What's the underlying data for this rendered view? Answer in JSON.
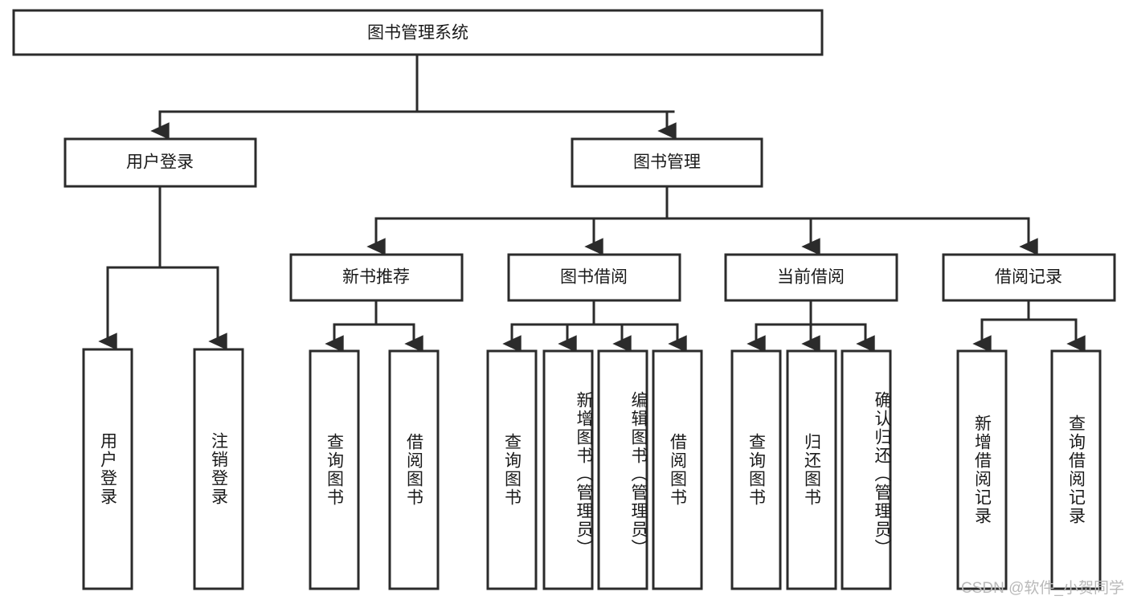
{
  "diagram": {
    "title": "图书管理系统",
    "watermark": "CSDN @软件_小贺同学",
    "colors": {
      "stroke": "#2b2b2b",
      "fill": "#ffffff",
      "text": "#1a1a1a",
      "watermark": "#b9b9b9"
    },
    "root": {
      "label": "图书管理系统"
    },
    "level2": [
      {
        "label": "用户登录"
      },
      {
        "label": "图书管理"
      }
    ],
    "level3": [
      {
        "label": "新书推荐"
      },
      {
        "label": "图书借阅"
      },
      {
        "label": "当前借阅"
      },
      {
        "label": "借阅记录"
      }
    ],
    "leaves": {
      "user_login": [
        {
          "label": "用户登录"
        },
        {
          "label": "注销登录"
        }
      ],
      "new_book_recommend": [
        {
          "label": "查询图书"
        },
        {
          "label": "借阅图书"
        }
      ],
      "book_borrow": [
        {
          "label": "查询图书"
        },
        {
          "label": "新增图书（管理员）"
        },
        {
          "label": "编辑图书（管理员）"
        },
        {
          "label": "借阅图书"
        }
      ],
      "current_borrow": [
        {
          "label": "查询图书"
        },
        {
          "label": "归还图书"
        },
        {
          "label": "确认归还（管理员）"
        }
      ],
      "borrow_record": [
        {
          "label": "新增借阅记录"
        },
        {
          "label": "查询借阅记录"
        }
      ]
    }
  },
  "chart_data": {
    "type": "table",
    "title": "图书管理系统 功能结构图",
    "hierarchy": [
      {
        "level": 1,
        "label": "图书管理系统",
        "children": [
          {
            "level": 2,
            "label": "用户登录",
            "children": [
              {
                "level": 3,
                "label": "用户登录"
              },
              {
                "level": 3,
                "label": "注销登录"
              }
            ]
          },
          {
            "level": 2,
            "label": "图书管理",
            "children": [
              {
                "level": 3,
                "label": "新书推荐",
                "children": [
                  {
                    "level": 4,
                    "label": "查询图书"
                  },
                  {
                    "level": 4,
                    "label": "借阅图书"
                  }
                ]
              },
              {
                "level": 3,
                "label": "图书借阅",
                "children": [
                  {
                    "level": 4,
                    "label": "查询图书"
                  },
                  {
                    "level": 4,
                    "label": "新增图书（管理员）"
                  },
                  {
                    "level": 4,
                    "label": "编辑图书（管理员）"
                  },
                  {
                    "level": 4,
                    "label": "借阅图书"
                  }
                ]
              },
              {
                "level": 3,
                "label": "当前借阅",
                "children": [
                  {
                    "level": 4,
                    "label": "查询图书"
                  },
                  {
                    "level": 4,
                    "label": "归还图书"
                  },
                  {
                    "level": 4,
                    "label": "确认归还（管理员）"
                  }
                ]
              },
              {
                "level": 3,
                "label": "借阅记录",
                "children": [
                  {
                    "level": 4,
                    "label": "新增借阅记录"
                  },
                  {
                    "level": 4,
                    "label": "查询借阅记录"
                  }
                ]
              }
            ]
          }
        ]
      }
    ]
  }
}
